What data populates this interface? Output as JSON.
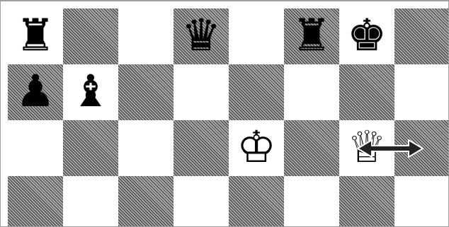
{
  "board": {
    "rows": [
      [
        {
          "square": "a8",
          "piece": "♜",
          "name": "black-rook",
          "color": "black"
        },
        {
          "square": "b8",
          "piece": "",
          "name": "",
          "color": ""
        },
        {
          "square": "c8",
          "piece": "",
          "name": "",
          "color": ""
        },
        {
          "square": "d8",
          "piece": "♛",
          "name": "black-queen",
          "color": "black"
        },
        {
          "square": "e8",
          "piece": "",
          "name": "",
          "color": ""
        },
        {
          "square": "f8",
          "piece": "♜",
          "name": "black-rook",
          "color": "black"
        },
        {
          "square": "g8",
          "piece": "♚",
          "name": "black-king",
          "color": "black"
        },
        {
          "square": "h8",
          "piece": "",
          "name": "",
          "color": ""
        }
      ],
      [
        {
          "square": "a7",
          "piece": "♟",
          "name": "black-pawn",
          "color": "black"
        },
        {
          "square": "b7",
          "piece": "♝",
          "name": "black-bishop",
          "color": "black"
        },
        {
          "square": "c7",
          "piece": "",
          "name": "",
          "color": ""
        },
        {
          "square": "d7",
          "piece": "",
          "name": "",
          "color": ""
        },
        {
          "square": "e7",
          "piece": "",
          "name": "",
          "color": ""
        },
        {
          "square": "f7",
          "piece": "",
          "name": "",
          "color": ""
        },
        {
          "square": "g7",
          "piece": "",
          "name": "",
          "color": ""
        },
        {
          "square": "h7",
          "piece": "",
          "name": "",
          "color": ""
        }
      ],
      [
        {
          "square": "a6",
          "piece": "",
          "name": "",
          "color": ""
        },
        {
          "square": "b6",
          "piece": "",
          "name": "",
          "color": ""
        },
        {
          "square": "c6",
          "piece": "",
          "name": "",
          "color": ""
        },
        {
          "square": "d6",
          "piece": "",
          "name": "",
          "color": ""
        },
        {
          "square": "e6",
          "piece": "♔",
          "name": "white-king",
          "color": "white"
        },
        {
          "square": "f6",
          "piece": "",
          "name": "",
          "color": ""
        },
        {
          "square": "g6",
          "piece": "♕",
          "name": "white-queen",
          "color": "white"
        },
        {
          "square": "h6",
          "piece": "",
          "name": "",
          "color": ""
        }
      ],
      [
        {
          "square": "a5",
          "piece": "",
          "name": "",
          "color": ""
        },
        {
          "square": "b5",
          "piece": "",
          "name": "",
          "color": ""
        },
        {
          "square": "c5",
          "piece": "",
          "name": "",
          "color": ""
        },
        {
          "square": "d5",
          "piece": "",
          "name": "",
          "color": ""
        },
        {
          "square": "e5",
          "piece": "",
          "name": "",
          "color": ""
        },
        {
          "square": "f5",
          "piece": "",
          "name": "",
          "color": ""
        },
        {
          "square": "g5",
          "piece": "",
          "name": "",
          "color": ""
        },
        {
          "square": "h5",
          "piece": "",
          "name": "",
          "color": ""
        }
      ]
    ],
    "colors": {
      "light_square": "#ffffff",
      "dark_square_hatch": "#3a3a3a",
      "cursor_arrow": "#222222"
    },
    "cursor": {
      "icon": "horizontal-resize-cursor-icon"
    }
  }
}
